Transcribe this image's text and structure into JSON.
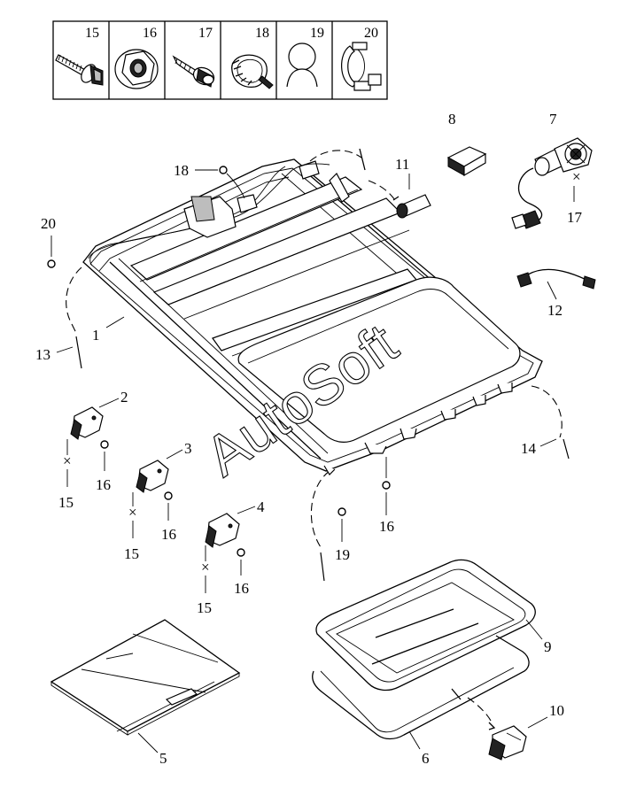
{
  "hardware_kit": [
    {
      "number": "15",
      "icon": "flange-bolt-icon"
    },
    {
      "number": "16",
      "icon": "flange-nut-icon"
    },
    {
      "number": "17",
      "icon": "self-tapping-screw-icon"
    },
    {
      "number": "18",
      "icon": "cable-tie-icon"
    },
    {
      "number": "19",
      "icon": "rubber-plug-icon"
    },
    {
      "number": "20",
      "icon": "hose-clip-icon"
    }
  ],
  "callouts": {
    "frame": "1",
    "bracket_a": "2",
    "bracket_b": "3",
    "bracket_c": "4",
    "sunshade": "5",
    "seal_lower": "6",
    "motor": "7",
    "relay": "8",
    "glass_panel": "9",
    "deflector_clip": "10",
    "connector": "11",
    "harness": "12",
    "drain_front_left": "13",
    "drain_rear_right": "14",
    "bolt_a": "15",
    "bolt_b": "15",
    "bolt_c": "15",
    "nut_a": "16",
    "nut_b": "16",
    "nut_c": "16",
    "nut_frame": "16",
    "screw_motor": "17",
    "tie_harness": "18",
    "plug_drain": "19",
    "clip_hose": "20"
  },
  "watermark": "AutoSoft",
  "colors": {
    "line": "#000000",
    "background": "#ffffff",
    "fill_grey": "#bdbdbd"
  }
}
